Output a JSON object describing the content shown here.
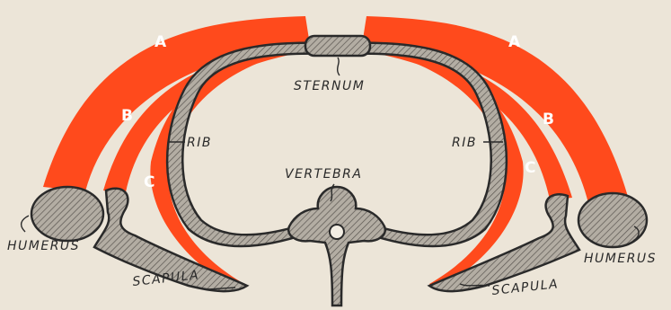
{
  "labels": {
    "sternum": "STERNUM",
    "vertebra": "VERTEBRA",
    "rib_left": "RIB",
    "rib_right": "RIB",
    "humerus_left": "HUMERUS",
    "humerus_right": "HUMERUS",
    "scapula_left": "SCAPULA",
    "scapula_right": "SCAPULA"
  },
  "muscles": {
    "a_left": "A",
    "b_left": "B",
    "c_left": "C",
    "a_right": "A",
    "b_right": "B",
    "c_right": "C"
  },
  "colors": {
    "background": "#ece5d8",
    "muscle": "#ff4a1c",
    "bone_fill": "#b3ada3",
    "ink": "#2a2a2a"
  }
}
